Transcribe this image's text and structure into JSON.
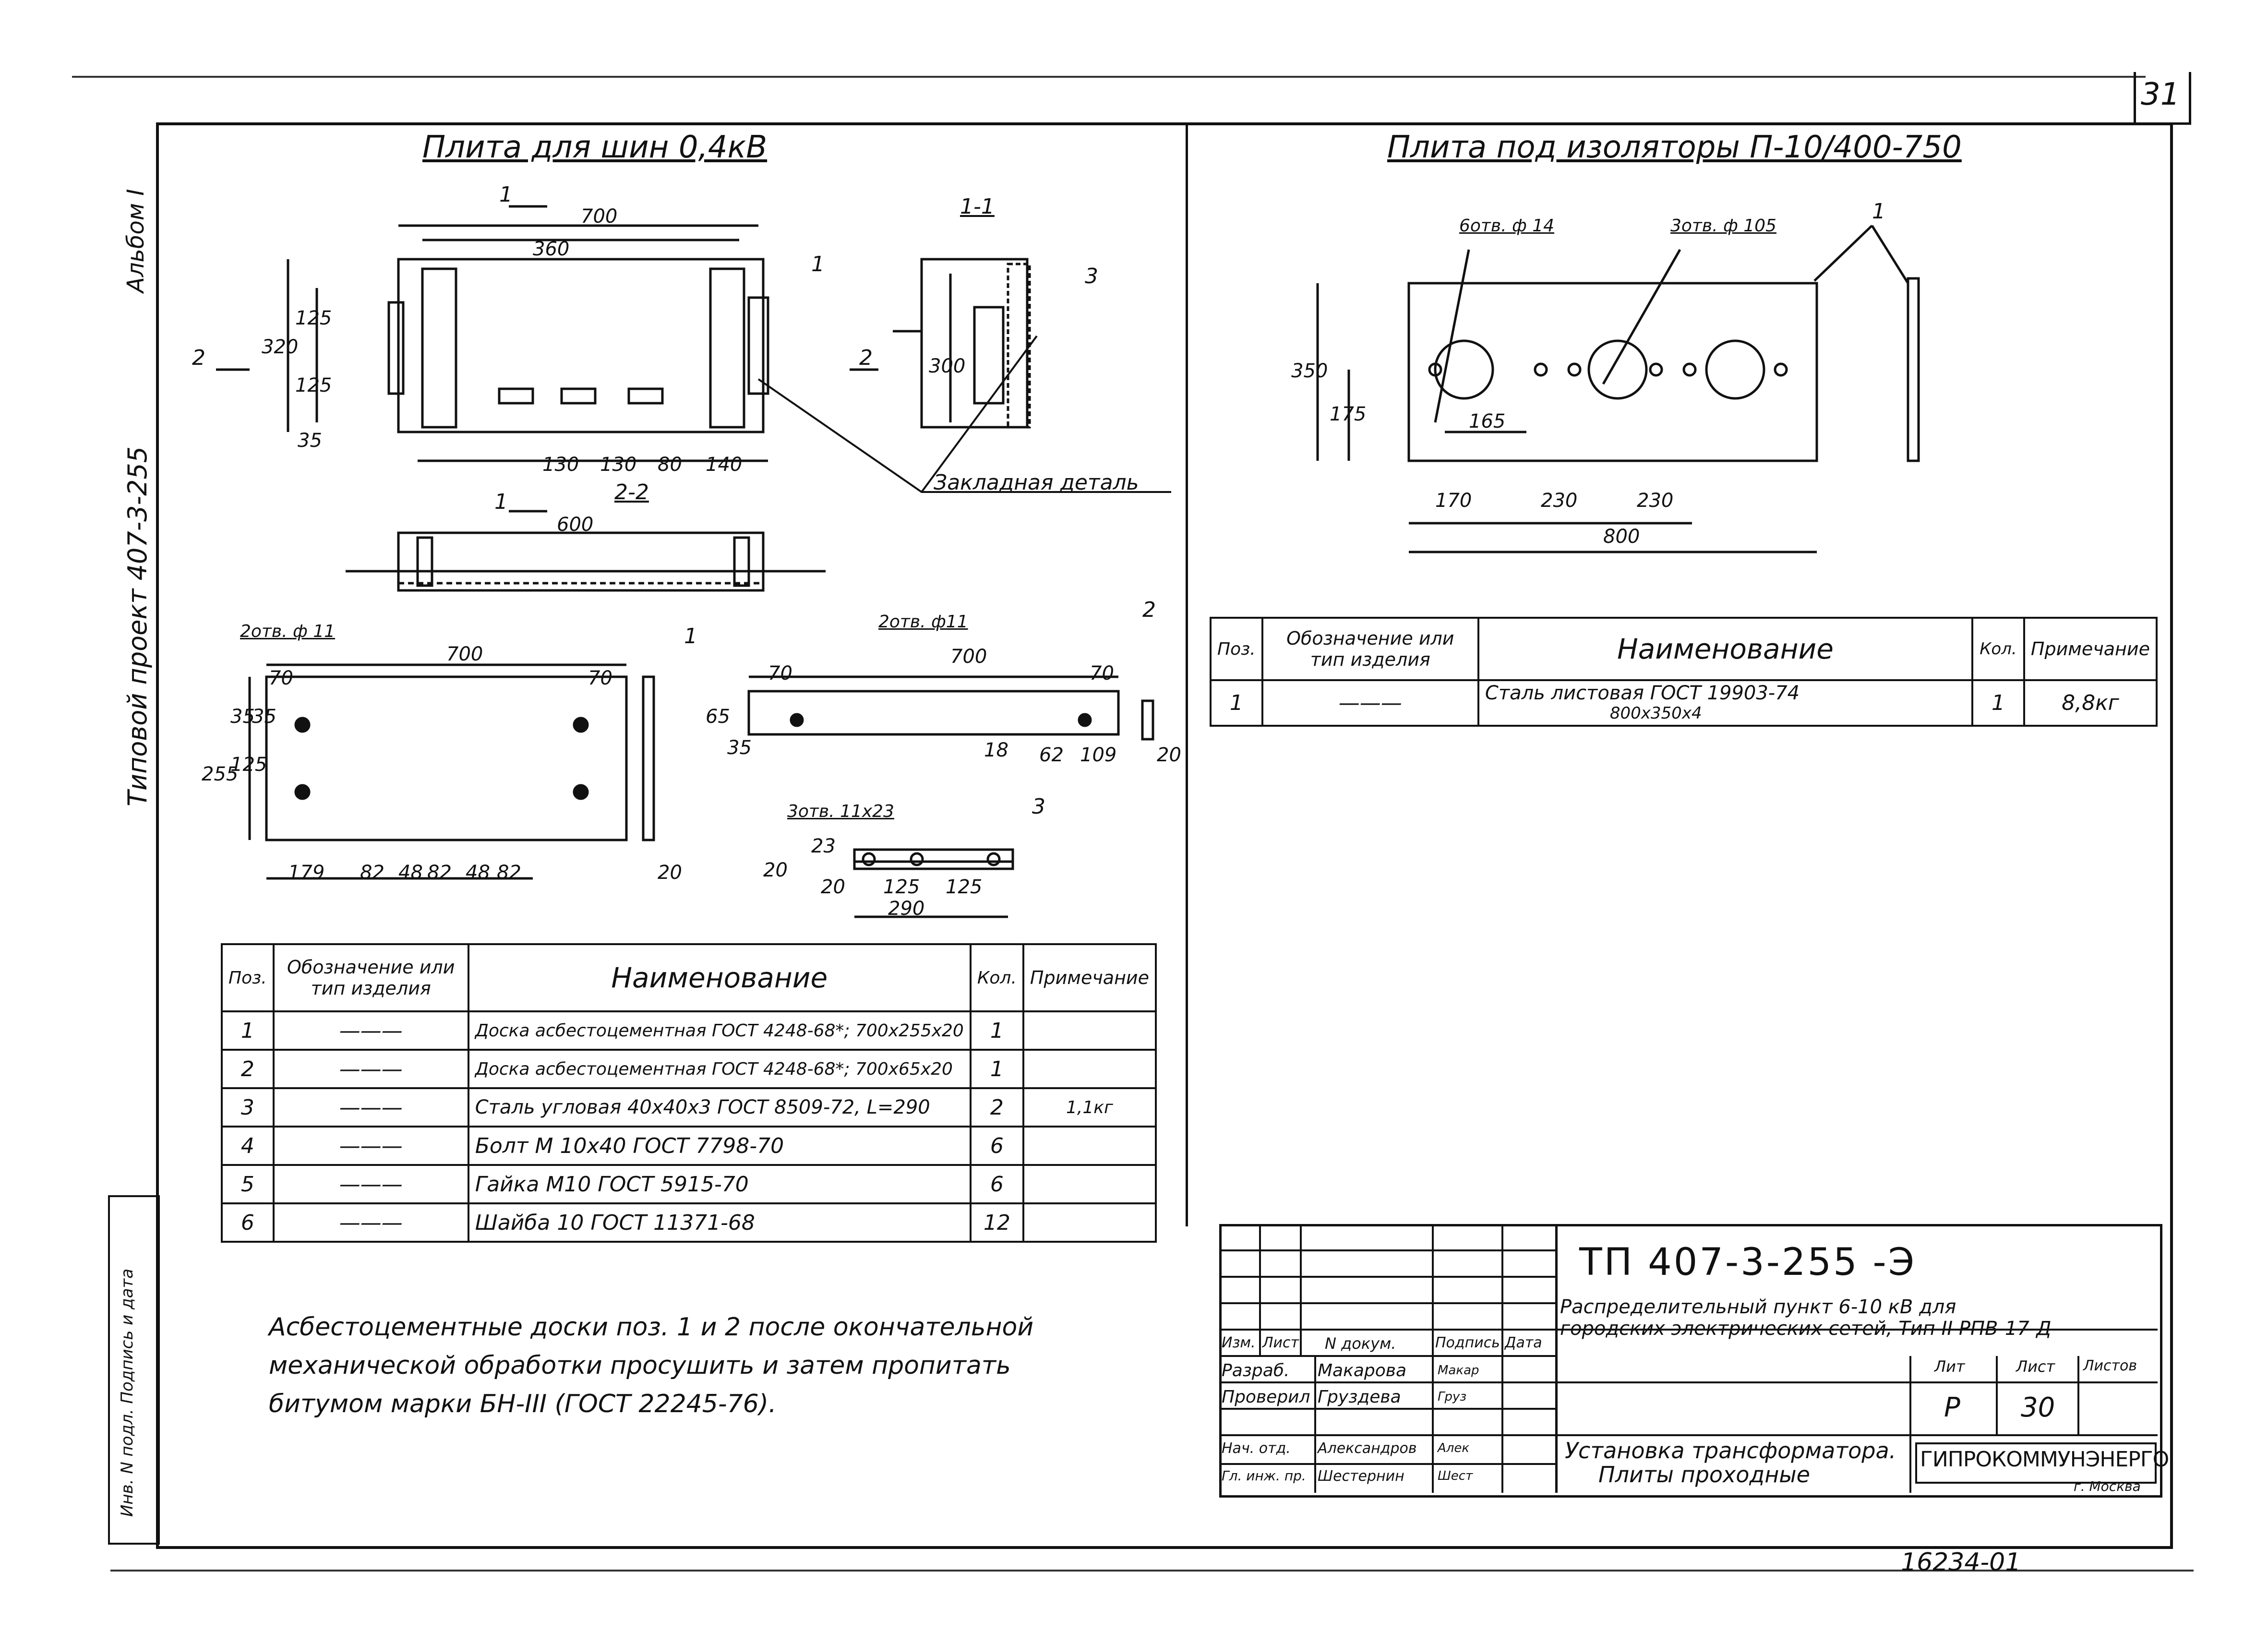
{
  "sheet_corner_number": "31",
  "side_texts": {
    "album": "Альбом I",
    "project": "Типовой проект 407-3-255",
    "inv": "Инв. N подл. Подпись и дата"
  },
  "left": {
    "title": "Плита для шин 0,4кВ",
    "section_11": "1-1",
    "section_22": "2-2",
    "marks": [
      "1",
      "1",
      "2",
      "2",
      "1",
      "3"
    ],
    "dims_top": [
      "700",
      "360",
      "320",
      "125",
      "125",
      "35",
      "130",
      "130",
      "80",
      "140"
    ],
    "dim_300": "300",
    "dim_600": "600",
    "embedded_detail": "Закладная деталь",
    "board1": {
      "holes": "2отв. ф 11",
      "width": "700",
      "edge": "70",
      "edge2": "70",
      "heights": [
        "255",
        "125",
        "35",
        "35"
      ],
      "bottom": [
        "179",
        "82",
        "48",
        "82",
        "48",
        "82"
      ],
      "thickness": "20",
      "mark": "1"
    },
    "board2": {
      "holes": "2отв. ф11",
      "width": "700",
      "edge": "70",
      "edge2": "70",
      "heights": [
        "65",
        "35"
      ],
      "bottom": [
        "18",
        "62",
        "109"
      ],
      "thickness": "20",
      "mark": "2"
    },
    "angle": {
      "holes": "3отв. 11х23",
      "dims": [
        "23",
        "20",
        "20",
        "125",
        "125",
        "290"
      ],
      "mark": "3"
    },
    "spec": {
      "headers": [
        "Поз.",
        "Обозначение или тип изделия",
        "Наименование",
        "Кол.",
        "Примечание"
      ],
      "rows": [
        {
          "pos": "1",
          "des": "———",
          "name": "Доска асбестоцементная ГОСТ 4248-68*; 700х255х20",
          "qty": "1",
          "note": ""
        },
        {
          "pos": "2",
          "des": "———",
          "name": "Доска асбестоцементная ГОСТ 4248-68*; 700х65х20",
          "qty": "1",
          "note": ""
        },
        {
          "pos": "3",
          "des": "———",
          "name": "Сталь угловая 40х40х3 ГОСТ 8509-72, L=290",
          "qty": "2",
          "note": "1,1кг"
        },
        {
          "pos": "4",
          "des": "———",
          "name": "Болт М 10х40 ГОСТ 7798-70",
          "qty": "6",
          "note": ""
        },
        {
          "pos": "5",
          "des": "———",
          "name": "Гайка М10 ГОСТ 5915-70",
          "qty": "6",
          "note": ""
        },
        {
          "pos": "6",
          "des": "———",
          "name": "Шайба 10 ГОСТ 11371-68",
          "qty": "12",
          "note": ""
        }
      ]
    },
    "note_lines": [
      "Асбестоцементные доски поз. 1 и 2 после окончательной",
      "механической обработки просушить и затем пропитать",
      "битумом марки БН-III (ГОСТ 22245-76)."
    ]
  },
  "right": {
    "title": "Плита под изоляторы П-10/400-750",
    "holes_small": "6отв. ф 14",
    "holes_large": "3отв. ф 105",
    "mark": "1",
    "dims": {
      "h": "350",
      "h2": "175",
      "pitch": "165",
      "bottom": [
        "170",
        "230",
        "230"
      ],
      "total": "800"
    },
    "spec": {
      "headers": [
        "Поз.",
        "Обозначение или тип изделия",
        "Наименование",
        "Кол.",
        "Примечание"
      ],
      "rows": [
        {
          "pos": "1",
          "des": "———",
          "name": "Сталь листовая ГОСТ 19903-74",
          "name2": "800х350х4",
          "qty": "1",
          "note": "8,8кг"
        }
      ]
    }
  },
  "titleblock": {
    "code": "ТП 407-3-255 -Э",
    "desc1": "Распределительный пункт 6-10 кВ для",
    "desc2": "городских электрических сетей, Тип II РПВ-17-Д",
    "sheet_title1": "Установка трансформатора.",
    "sheet_title2": "Плиты проходные",
    "org": "ГИПРОКОММУНЭНЕРГО",
    "city": "г. Москва",
    "col_labels": [
      "Изм.",
      "Лист",
      "N докум.",
      "Подпись",
      "Дата"
    ],
    "lit_label": "Лит",
    "sheet_label": "Лист",
    "sheets_label": "Листов",
    "lit": "Р",
    "sheet": "30",
    "people": [
      {
        "role": "Разраб.",
        "name": "Макарова",
        "sig": "Макар"
      },
      {
        "role": "Проверил",
        "name": "Груздева",
        "sig": "Груз"
      },
      {
        "role": "Нач. отд.",
        "name": "Александров",
        "sig": "Алек"
      },
      {
        "role": "Гл. инж. пр.",
        "name": "Шестернин",
        "sig": "Шест"
      }
    ]
  },
  "bottom_number": "16234-01"
}
